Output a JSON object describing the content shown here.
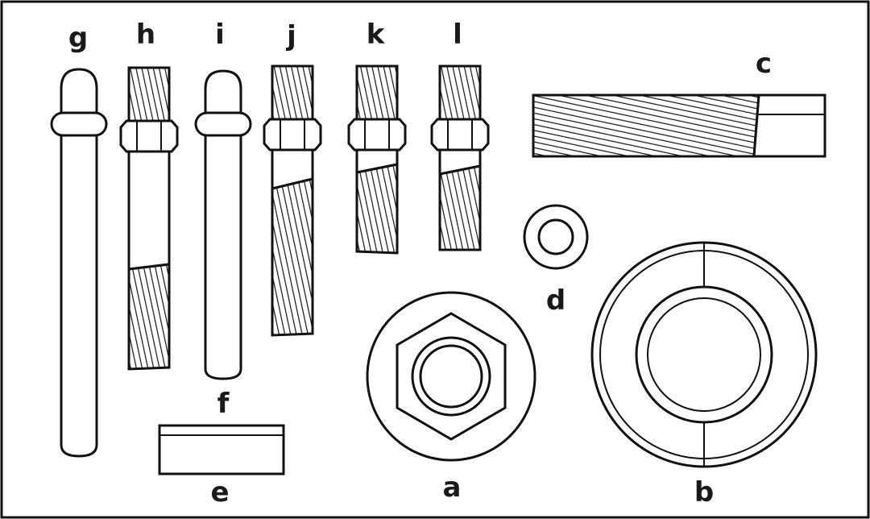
{
  "diagram": {
    "parts": [
      {
        "id": "a",
        "label": "a"
      },
      {
        "id": "b",
        "label": "b"
      },
      {
        "id": "c",
        "label": "c"
      },
      {
        "id": "d",
        "label": "d"
      },
      {
        "id": "e",
        "label": "e"
      },
      {
        "id": "f",
        "label": "f"
      },
      {
        "id": "g",
        "label": "g"
      },
      {
        "id": "h",
        "label": "h"
      },
      {
        "id": "i",
        "label": "i"
      },
      {
        "id": "j",
        "label": "j"
      },
      {
        "id": "k",
        "label": "k"
      },
      {
        "id": "l",
        "label": "l"
      }
    ],
    "colors": {
      "ink": "#111111",
      "background": "#ffffff"
    }
  }
}
